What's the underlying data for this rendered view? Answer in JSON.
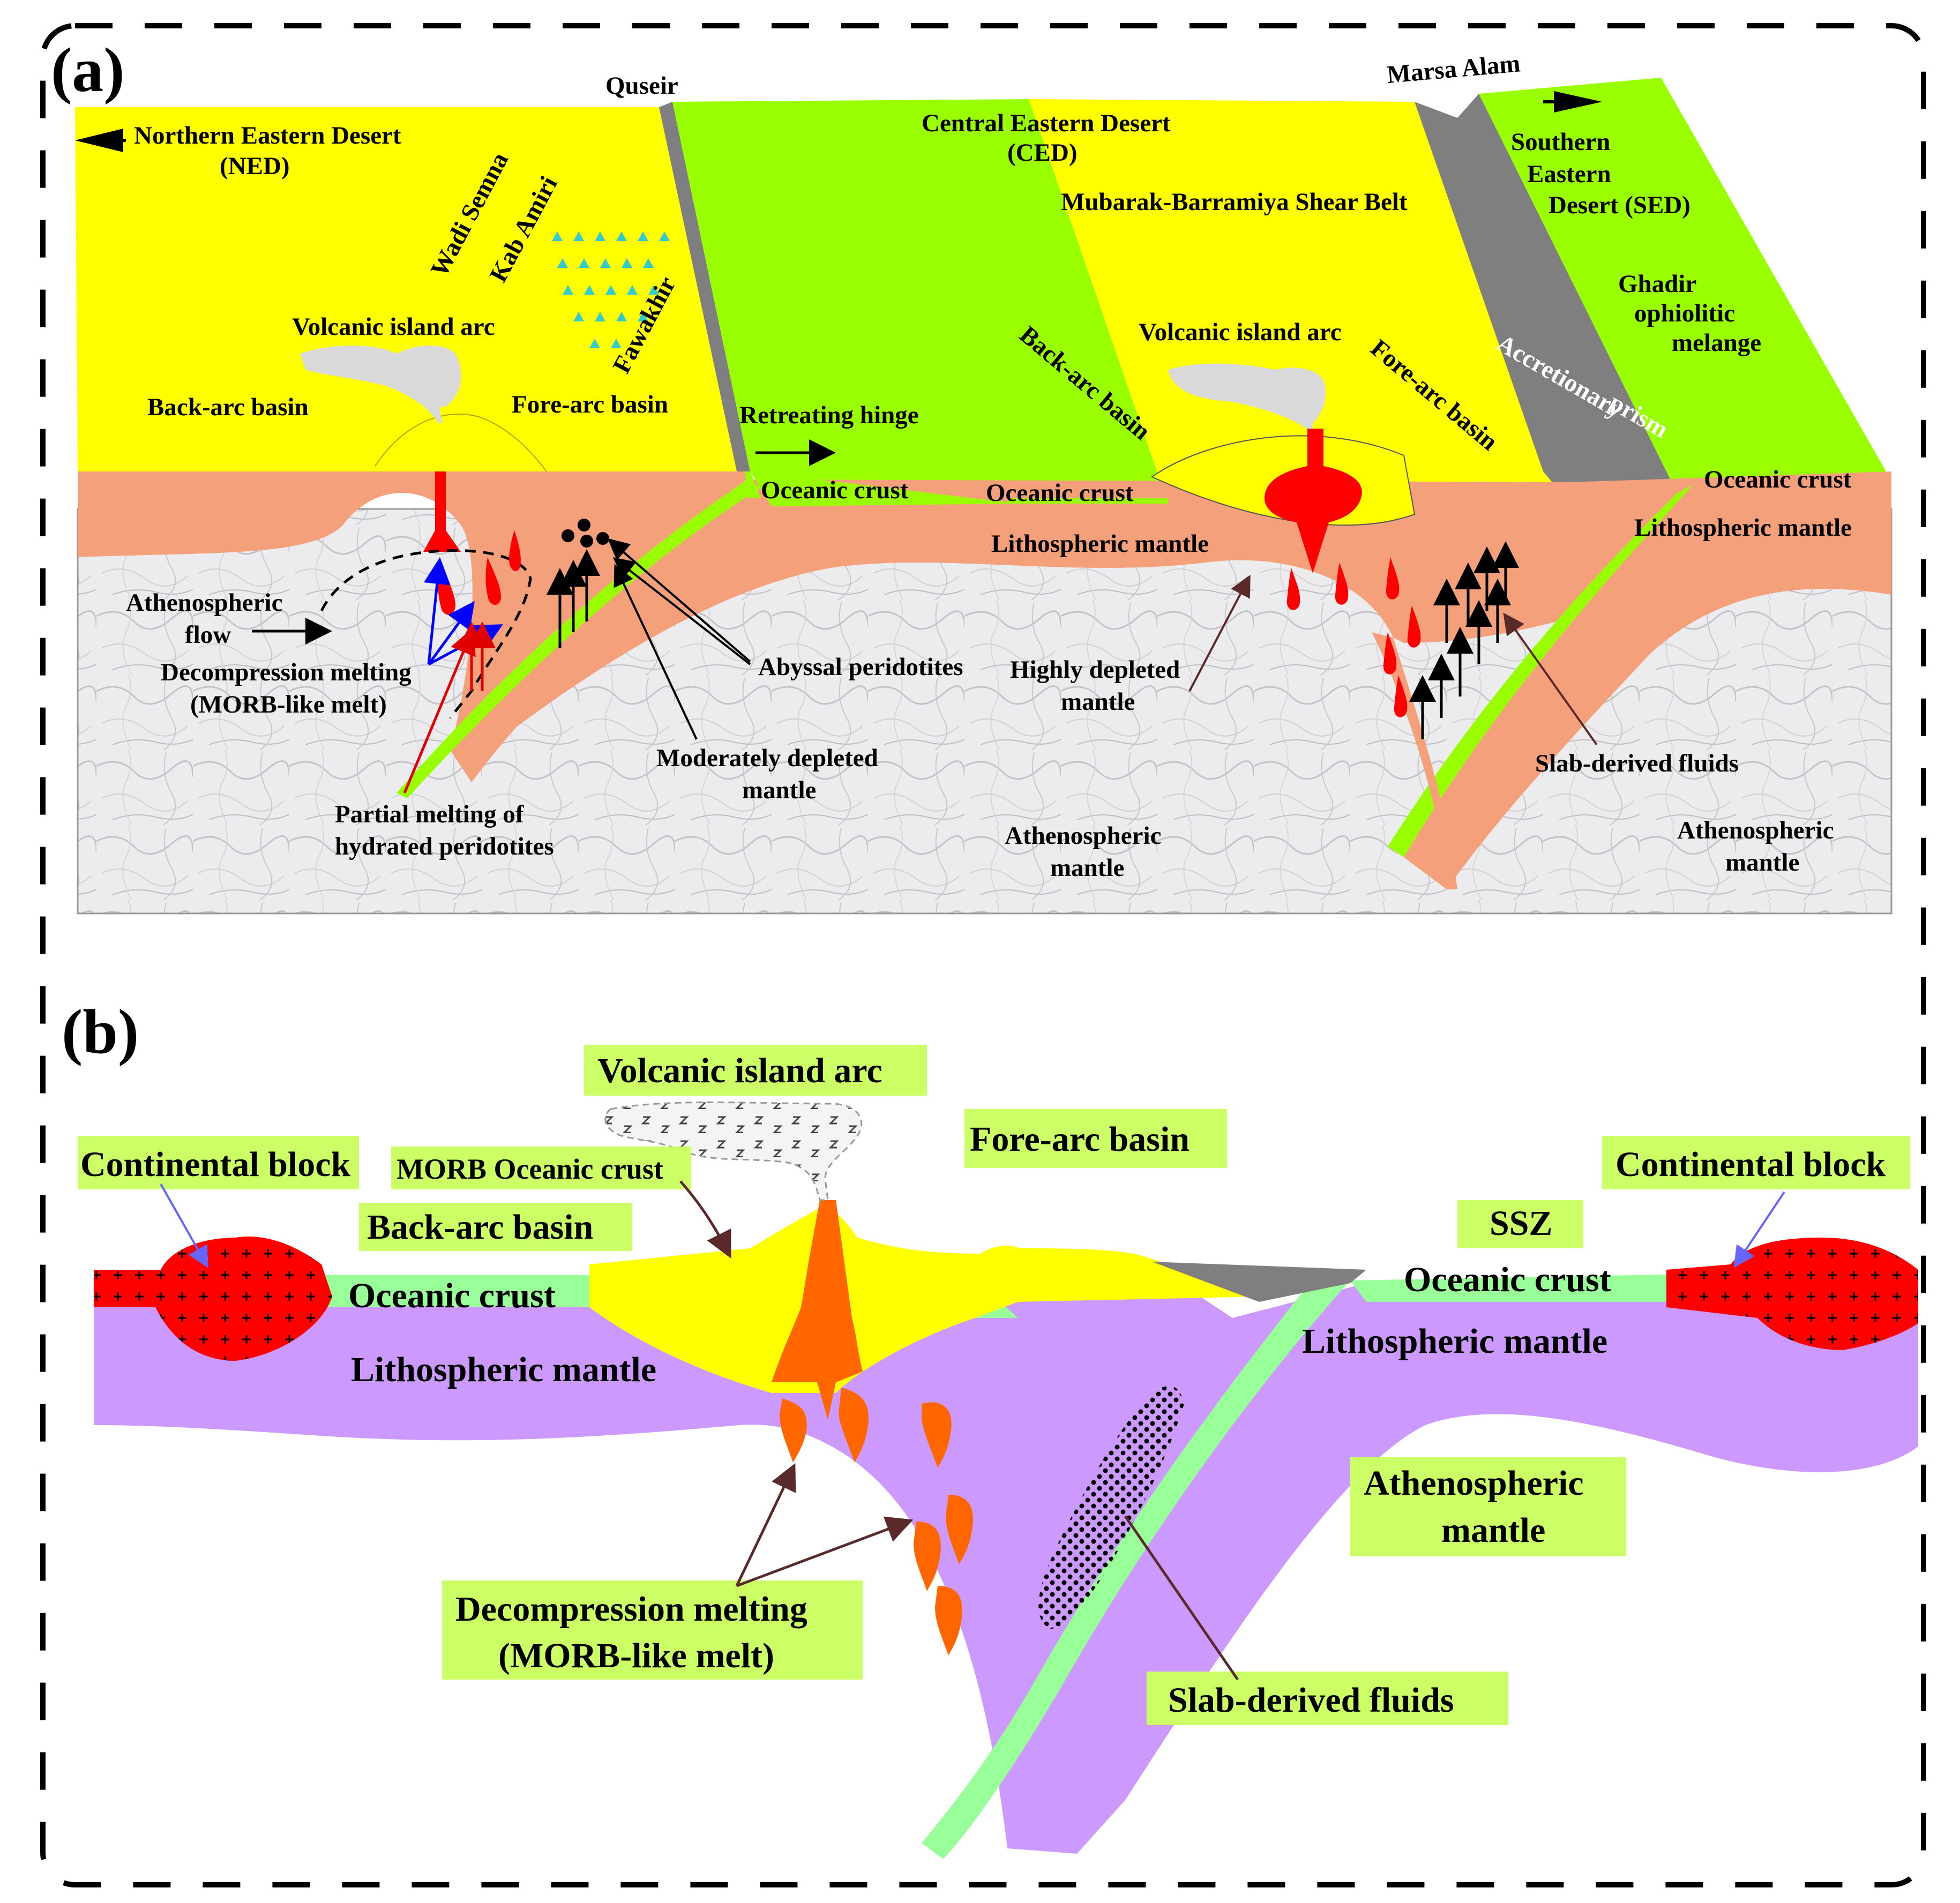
{
  "panel_a": {
    "tag": "(a)",
    "ned_line1": "Northern Eastern Desert",
    "ned_line2": "(NED)",
    "quseir": "Quseir",
    "ced_line1": "Central Eastern Desert",
    "ced_line2": "(CED)",
    "marsa_alam": "Marsa Alam",
    "sed_line1": "Southern",
    "sed_line2": "Eastern",
    "sed_line3": "Desert (SED)",
    "mubarak": "Mubarak-Barramiya Shear Belt",
    "wadi_semna": "Wadi Semna",
    "kab_amiri": "Kab Amiri",
    "fawakhir": "Fawakhir",
    "ghadir_line1": "Ghadir",
    "ghadir_line2": "ophiolitic",
    "ghadir_line3": "melange",
    "volcanic_arc_left": "Volcanic island arc",
    "volcanic_arc_right": "Volcanic island arc",
    "back_arc_left": "Back-arc basin",
    "fore_arc_left": "Fore-arc basin",
    "back_arc_right": "Back-arc basin",
    "fore_arc_right": "Fore-arc basin",
    "accretionary_line1": "Accretionary",
    "accretionary_line2": "prism",
    "retreating_hinge": "Retreating hinge",
    "oceanic_crust_1": "Oceanic crust",
    "oceanic_crust_2": "Oceanic crust",
    "oceanic_crust_3": "Oceanic crust",
    "litho_mantle_1": "Lithospheric mantle",
    "litho_mantle_2": "Lithospheric mantle",
    "astheno_flow_line1": "Athenospheric",
    "astheno_flow_line2": "flow",
    "decomp_line1": "Decompression melting",
    "decomp_line2": "(MORB-like melt)",
    "partial_line1": "Partial melting of",
    "partial_line2": "hydrated peridotites",
    "abyssal": "Abyssal peridotites",
    "moderately_line1": "Moderately depleted",
    "moderately_line2": "mantle",
    "highly_line1": "Highly depleted",
    "highly_line2": "mantle",
    "slab_fluids": "Slab-derived fluids",
    "astheno_mantle_1_line1": "Athenospheric",
    "astheno_mantle_1_line2": "mantle",
    "astheno_mantle_2_line1": "Athenospheric",
    "astheno_mantle_2_line2": "mantle"
  },
  "panel_b": {
    "tag": "(b)",
    "volcanic_arc": "Volcanic island arc",
    "fore_arc": "Fore-arc basin",
    "continental_left": "Continental block",
    "continental_right": "Continental block",
    "morb_crust": "MORB Oceanic crust",
    "back_arc": "Back-arc basin",
    "ssz": "SSZ",
    "oceanic_left": "Oceanic crust",
    "oceanic_right": "Oceanic crust",
    "litho_left": "Lithospheric mantle",
    "litho_right": "Lithospheric mantle",
    "astheno_line1": "Athenospheric",
    "astheno_line2": "mantle",
    "decomp_line1": "Decompression melting",
    "decomp_line2": "(MORB-like melt)",
    "slab_fluids": "Slab-derived fluids"
  },
  "colors": {
    "yellow": "#ffff00",
    "green": "#99ff00",
    "orange_mantle": "#f4a07a",
    "grey": "#7f7f7f",
    "red": "#ff0000",
    "purple": "#cc99ff",
    "light_green": "#99ff99",
    "label_box": "#ccff66",
    "melt_orange": "#ff6600"
  }
}
